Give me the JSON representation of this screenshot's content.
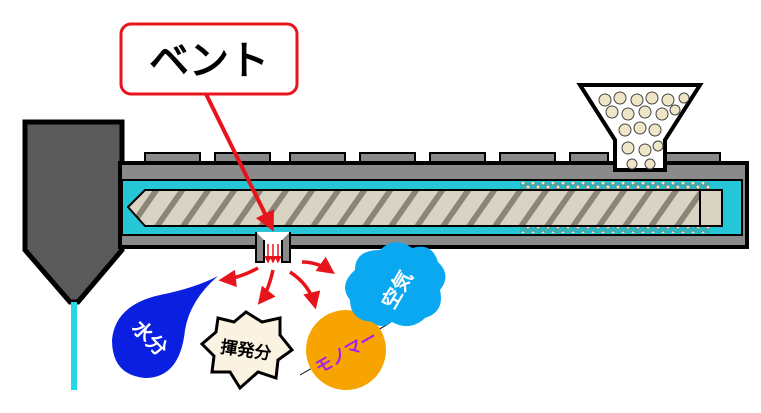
{
  "callout": {
    "label": "ベント"
  },
  "outputs": {
    "water": "水分",
    "volatiles": "揮発分",
    "monomer": "モノマー",
    "air": "空気"
  },
  "colors": {
    "callout_border": "#e8141b",
    "arrow": "#e8141b",
    "melt": "#25c7d6",
    "barrel": "#8a8a8a",
    "water": "#0a1fe0",
    "volatiles": "#fbf3e2",
    "monomer_fill": "#f8a400",
    "monomer_text": "#a020f0",
    "air": "#0aa8f0"
  }
}
